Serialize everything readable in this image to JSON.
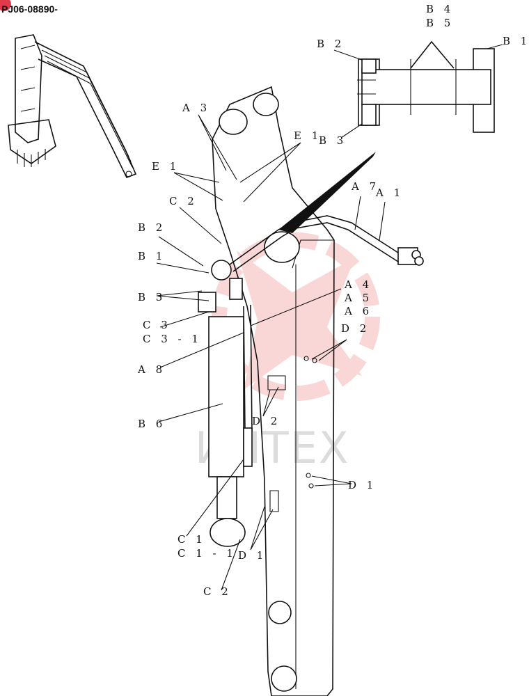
{
  "header": {
    "code": "PJ06-08890-",
    "badge_color": "#e23a4a"
  },
  "watermark": {
    "text": "ИНТЕХ",
    "logo_color": "#f4a8a8"
  },
  "labels": {
    "b4": "B 4",
    "b5": "B 5",
    "b2_top": "B 2",
    "b1_top": "B 1",
    "b3_top": "B 3",
    "a3": "A 3",
    "e1_left": "E 1",
    "e1_right": "E 1",
    "a7": "A 7",
    "a1": "A 1",
    "c2_top": "C 2",
    "b2": "B 2",
    "b1": "B 1",
    "b3": "B 3",
    "a4": "A 4",
    "a5": "A 5",
    "a6": "A 6",
    "c3": "C 3",
    "c3_1": "C 3 - 1",
    "d2_right": "D 2",
    "a8": "A 8",
    "d2_mid": "D 2",
    "b6": "B 6",
    "d1_right": "D 1",
    "c1": "C 1",
    "c1_1": "C 1 - 1",
    "d1_mid": "D 1",
    "c2_bottom": "C 2"
  }
}
